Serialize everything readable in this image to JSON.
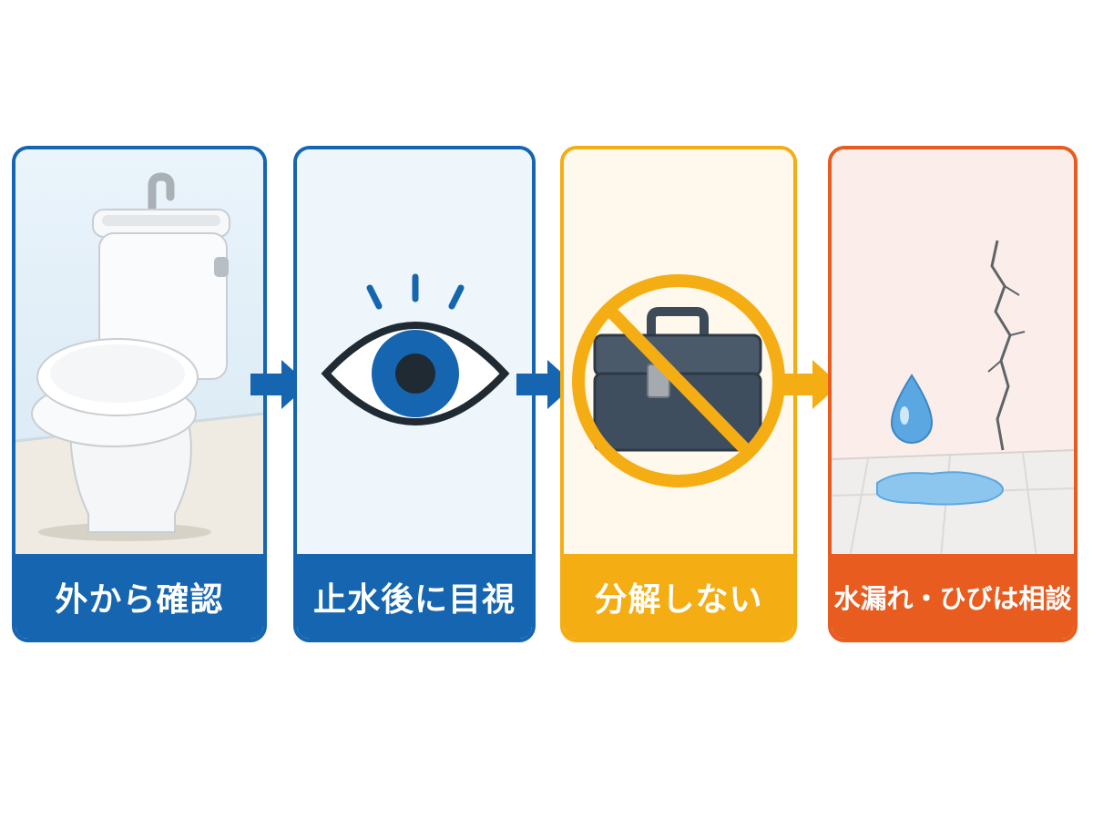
{
  "steps": [
    {
      "label": "外から確認",
      "icon": "toilet-icon",
      "color": "#1565b0",
      "bg": "#e8f3fb"
    },
    {
      "label": "止水後に目視",
      "icon": "eye-icon",
      "color": "#1565b0",
      "bg": "#eef6fc"
    },
    {
      "label": "分解しない",
      "icon": "no-toolbox-icon",
      "color": "#f5ad14",
      "bg": "#fff8ec"
    },
    {
      "label": "水漏れ・ひびは相談",
      "icon": "water-leak-crack-icon",
      "color": "#e85c20",
      "bg": "#fbeeea"
    }
  ],
  "arrows": [
    {
      "icon": "arrow-right-icon",
      "color": "#1565b0"
    },
    {
      "icon": "arrow-right-icon",
      "color": "#1565b0"
    },
    {
      "icon": "arrow-right-icon",
      "color": "#f5ad14"
    }
  ]
}
